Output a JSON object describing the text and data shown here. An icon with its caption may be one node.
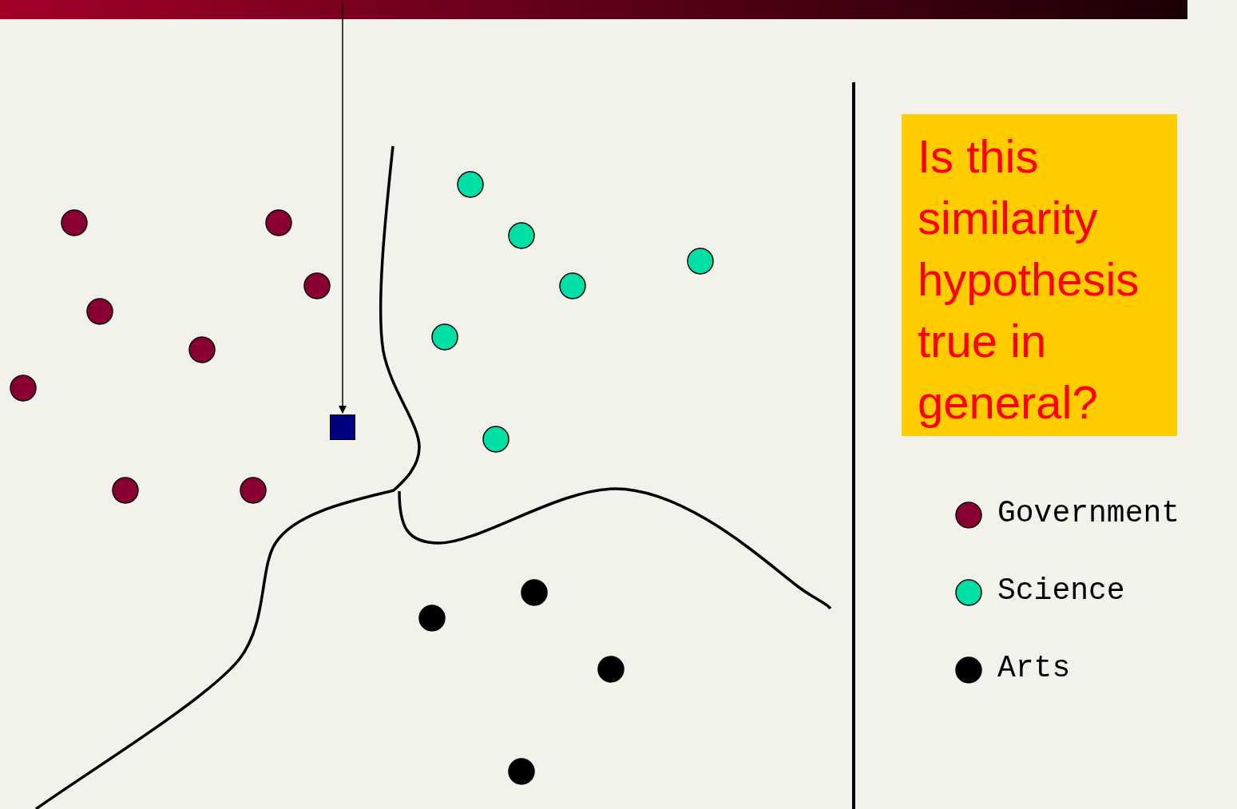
{
  "diagram": {
    "nodes": [
      {
        "text": [
          "Is this similarity hypothesis true in general?"
        ]
      },
      {
        "text": [],
        "shape": "box"
      }
    ],
    "edges": [
      {
        "from": null,
        "to": 1,
        "arrow": "to"
      }
    ],
    "legend": [
      {
        "text": "Government",
        "color": "#8b0034"
      },
      {
        "text": "Science",
        "color": "#00e0a4"
      },
      {
        "text": "Arts",
        "color": "#000000"
      }
    ]
  }
}
